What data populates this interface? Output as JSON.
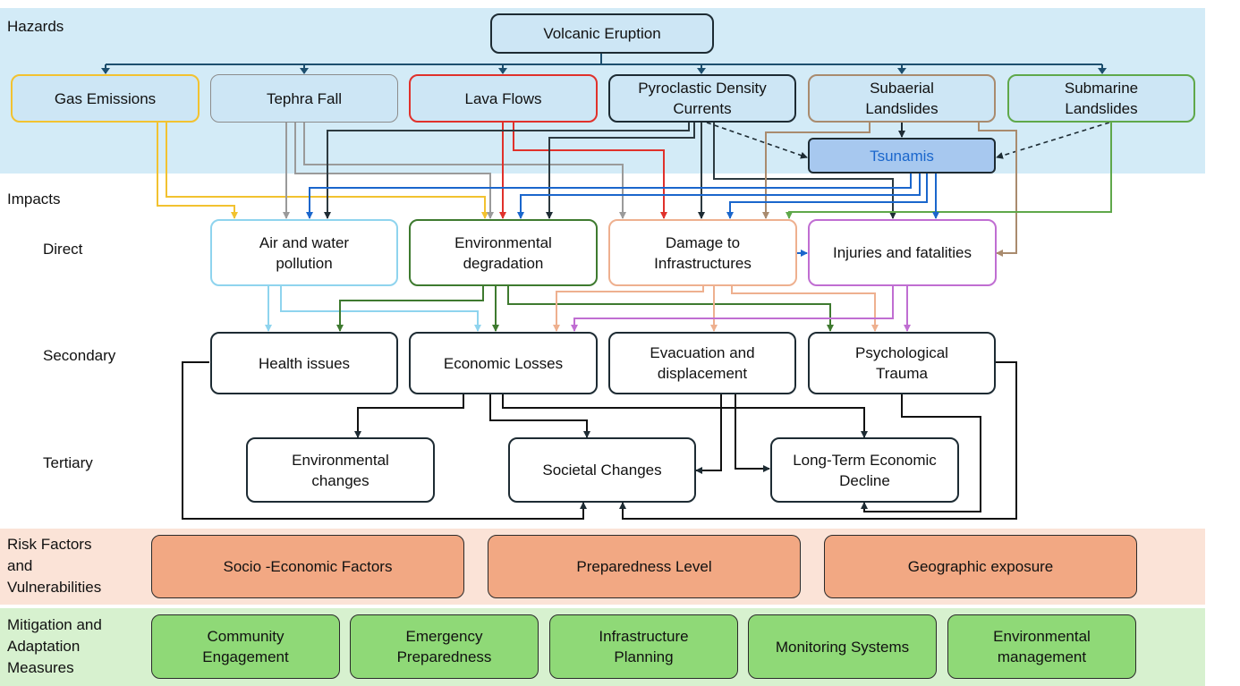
{
  "sections": {
    "hazards": "Hazards",
    "impacts": "Impacts",
    "direct": "Direct",
    "secondary": "Secondary",
    "tertiary": "Tertiary",
    "risk": "Risk Factors\nand\nVulnerabilities",
    "mitigation": "Mitigation and\nAdaptation\nMeasures"
  },
  "hazards": {
    "root": "Volcanic  Eruption",
    "gas": "Gas  Emissions",
    "tephra": "Tephra Fall",
    "lava": "Lava Flows",
    "pdc": "Pyroclastic  Density\nCurrents",
    "subaerial": "Subaerial\nLandslides",
    "submarine": "Submarine\nLandslides",
    "tsunamis": "Tsunamis"
  },
  "direct": {
    "pollution": "Air and water\npollution",
    "envdeg": "Environmental\ndegradation",
    "damage": "Damage to\nInfrastructures",
    "injuries": "Injuries and fatalities"
  },
  "secondary": {
    "health": "Health issues",
    "econ": "Economic  Losses",
    "evac": "Evacuation  and\ndisplacement",
    "psych": "Psychological\nTrauma"
  },
  "tertiary": {
    "envchanges": "Environmental\nchanges",
    "societal": "Societal  Changes",
    "ltdecline": "Long-Term Economic\nDecline"
  },
  "risk_factors": [
    "Socio -Economic  Factors",
    "Preparedness  Level",
    "Geographic exposure"
  ],
  "mitigation": [
    "Community\nEngagement",
    "Emergency\nPreparedness",
    "Infrastructure\nPlanning",
    "Monitoring Systems",
    "Environmental\nmanagement"
  ],
  "colors": {
    "hazards_band": "#d3ebf7",
    "risk_band": "#fbe3d7",
    "mitigation_band": "#d7f1cf",
    "gas": "#f2c230",
    "tephra": "#9a9a9a",
    "lava": "#e0312b",
    "pdc": "#2d3a40",
    "subaerial": "#a98b6e",
    "submarine": "#5fa84a",
    "tsunami": "#1a66cc",
    "pollution": "#8fd4ee",
    "envdeg": "#3e7a2f",
    "damage": "#eeb08f",
    "injuries": "#c06ed2",
    "risk_fill": "#f2a883",
    "mitigation_fill": "#8fd977"
  }
}
